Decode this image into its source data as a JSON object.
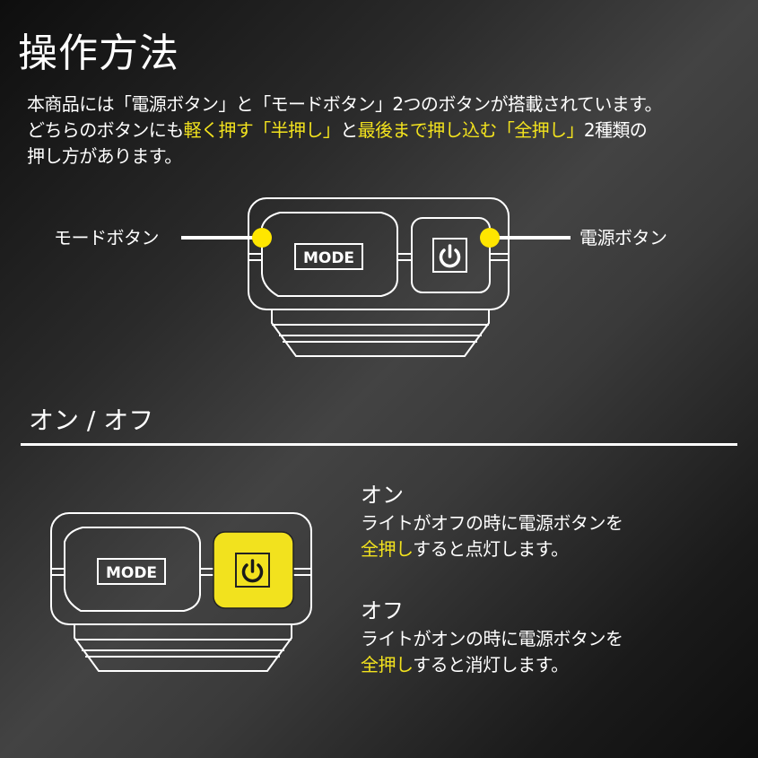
{
  "page": {
    "title": "操作方法",
    "intro": {
      "line1": "本商品には「電源ボタン」と「モードボタン」2つのボタンが搭載されています。",
      "line2_parts": [
        {
          "text": "どちらのボタンにも",
          "highlight": false
        },
        {
          "text": "軽く押す「半押し」",
          "highlight": true
        },
        {
          "text": "と",
          "highlight": false
        },
        {
          "text": "最後まで押し込む「全押し」",
          "highlight": true
        },
        {
          "text": "2種類の",
          "highlight": false
        }
      ],
      "line3": "押し方があります。"
    }
  },
  "diagram": {
    "mode_button_callout": "モードボタン",
    "power_button_callout": "電源ボタン",
    "mode_label": "MODE",
    "power_icon": "power-icon"
  },
  "on_off_section": {
    "heading": "オン / オフ",
    "device": {
      "mode_label": "MODE",
      "power_icon": "power-icon",
      "power_button_state": "pressed-highlighted"
    },
    "on": {
      "title": "オン",
      "line1": "ライトがオフの時に電源ボタンを",
      "line2_highlight": "全押し",
      "line2_rest": "すると点灯します。"
    },
    "off": {
      "title": "オフ",
      "line1": "ライトがオンの時に電源ボタンを",
      "line2_highlight": "全押し",
      "line2_rest": "すると消灯します。"
    }
  },
  "colors": {
    "highlight_text": "#f2e21e",
    "callout_dot": "#ffe600",
    "pressed_button": "#f2e21e",
    "line": "#ffffff",
    "background_dark": "#0e0e0e",
    "background_light": "#434343"
  }
}
